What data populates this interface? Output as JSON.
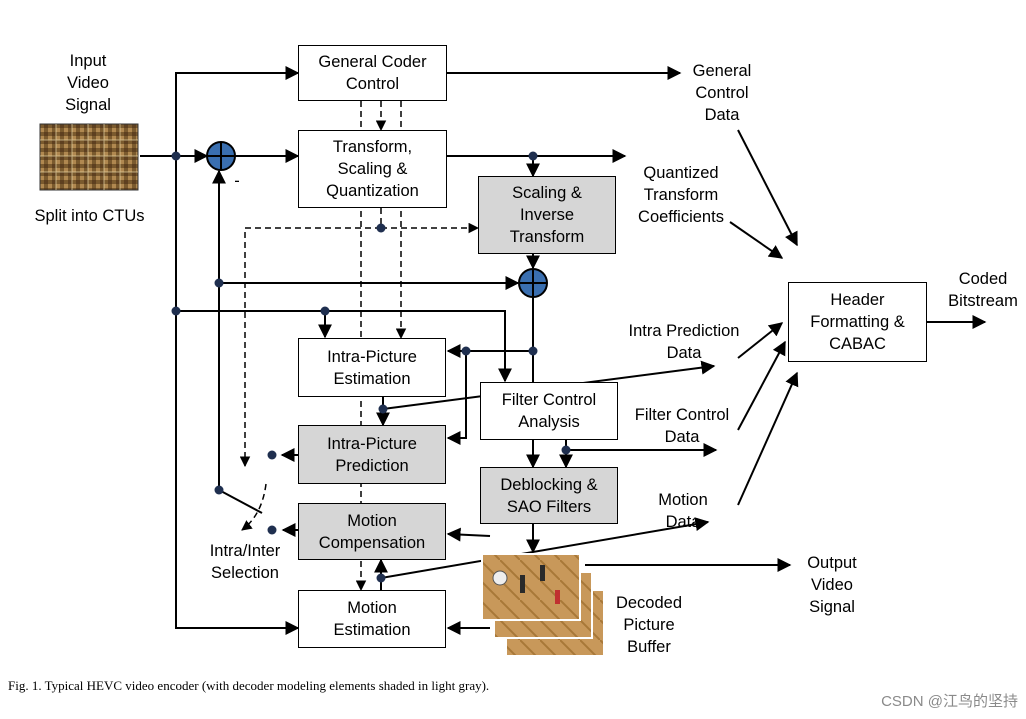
{
  "blocks": {
    "general_coder_control": "General Coder\nControl",
    "transform_scaling_quantization": "Transform,\nScaling &\nQuantization",
    "scaling_inverse_transform": "Scaling &\nInverse\nTransform",
    "intra_picture_estimation": "Intra-Picture\nEstimation",
    "intra_picture_prediction": "Intra-Picture\nPrediction",
    "motion_compensation": "Motion\nCompensation",
    "motion_estimation": "Motion\nEstimation",
    "filter_control_analysis": "Filter Control\nAnalysis",
    "deblocking_sao_filters": "Deblocking &\nSAO Filters",
    "header_formatting_cabac": "Header\nFormatting &\nCABAC"
  },
  "labels": {
    "input_video_signal": "Input\nVideo\nSignal",
    "split_into_ctus": "Split into CTUs",
    "general_control_data": "General\nControl\nData",
    "quantized_transform_coefficients": "Quantized\nTransform\nCoefficients",
    "intra_prediction_data": "Intra Prediction\nData",
    "filter_control_data": "Filter Control\nData",
    "motion_data": "Motion\nData",
    "coded_bitstream": "Coded\nBitstream",
    "output_video_signal": "Output\nVideo\nSignal",
    "decoded_picture_buffer": "Decoded\nPicture\nBuffer",
    "intra_inter_selection": "Intra/Inter\nSelection",
    "minus_sign": "-"
  },
  "caption": "Fig. 1.   Typical HEVC video encoder (with decoder modeling elements shaded in light gray).",
  "watermark": "CSDN @江鸟的坚持",
  "colors": {
    "summing_junction": "#3a6fb0",
    "shaded_block": "#d6d6d6",
    "line": "#000000"
  }
}
